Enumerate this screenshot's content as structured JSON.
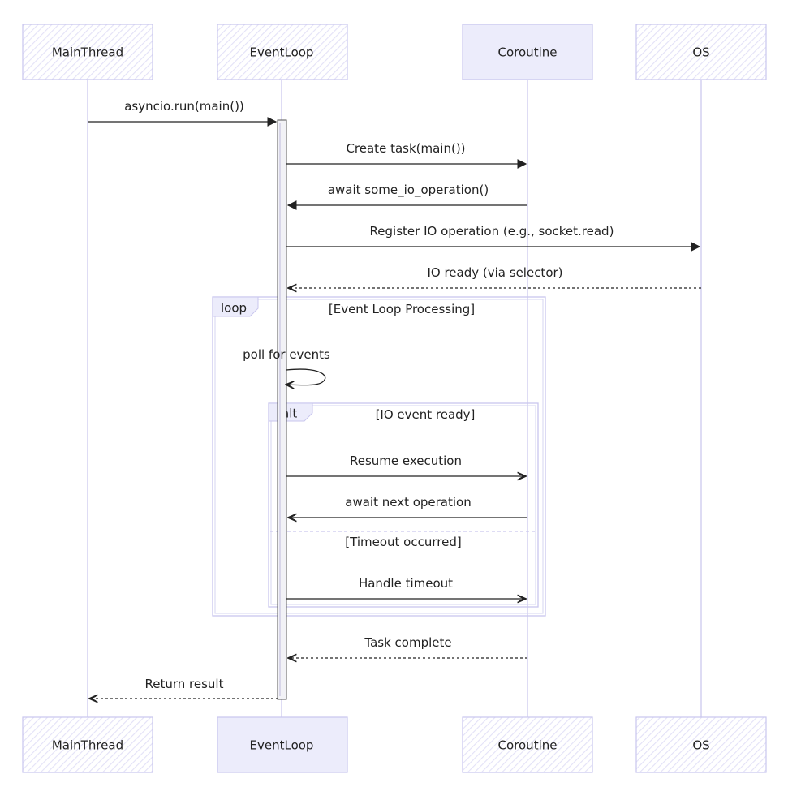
{
  "participants": [
    {
      "id": "main",
      "label": "MainThread"
    },
    {
      "id": "loop",
      "label": "EventLoop"
    },
    {
      "id": "coro",
      "label": "Coroutine"
    },
    {
      "id": "os",
      "label": "OS"
    }
  ],
  "messages": [
    {
      "label": "asyncio.run(main())",
      "style": "solid"
    },
    {
      "label": "Create task(main())",
      "style": "solid"
    },
    {
      "label": "await some_io_operation()",
      "style": "solid"
    },
    {
      "label": "Register IO operation (e.g., socket.read)",
      "style": "solid"
    },
    {
      "label": "IO ready (via selector)",
      "style": "dashed"
    },
    {
      "label": "poll for events",
      "style": "self"
    },
    {
      "label": "Resume execution",
      "style": "solid"
    },
    {
      "label": "await next operation",
      "style": "solid"
    },
    {
      "label": "Handle timeout",
      "style": "solid"
    },
    {
      "label": "Task complete",
      "style": "dashed"
    },
    {
      "label": "Return result",
      "style": "dashed"
    }
  ],
  "fragments": {
    "loop": {
      "tag": "loop",
      "condition": "[Event Loop Processing]"
    },
    "alt": {
      "tag": "alt",
      "condition": "[IO event ready]",
      "else_condition": "[Timeout occurred]"
    }
  },
  "colors": {
    "accent": "#c9c6ee",
    "lifeline": "#d6d4f2",
    "box_fill": "#ececfb",
    "line": "#222222"
  }
}
